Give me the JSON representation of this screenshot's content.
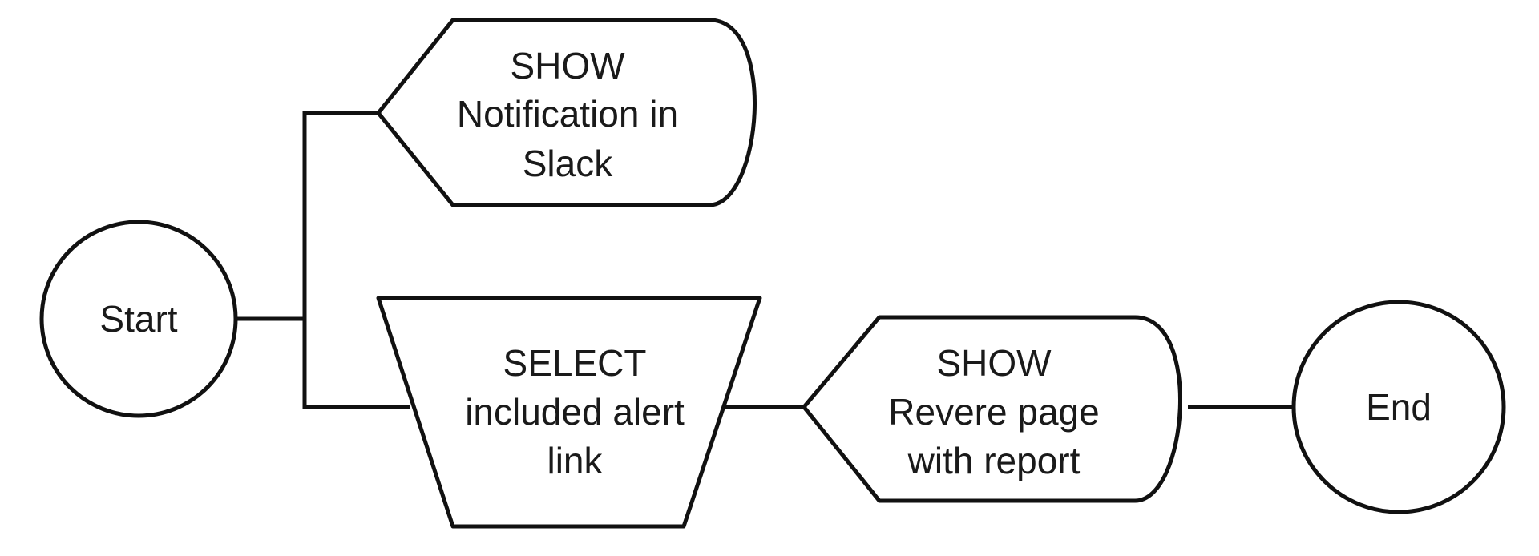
{
  "diagram": {
    "type": "flowchart",
    "nodes": {
      "start": {
        "shape": "circle",
        "lines": [
          "Start"
        ]
      },
      "show_slack": {
        "shape": "display",
        "lines": [
          "SHOW",
          "Notification in",
          "Slack"
        ]
      },
      "select_link": {
        "shape": "manual-operation",
        "lines": [
          "SELECT",
          "included alert",
          "link"
        ]
      },
      "show_revere": {
        "shape": "display",
        "lines": [
          "SHOW",
          "Revere page",
          "with report"
        ]
      },
      "end": {
        "shape": "circle",
        "lines": [
          "End"
        ]
      }
    },
    "edges": [
      {
        "from": "start",
        "to": "show_slack"
      },
      {
        "from": "start",
        "to": "select_link"
      },
      {
        "from": "select_link",
        "to": "show_revere"
      },
      {
        "from": "show_revere",
        "to": "end"
      }
    ],
    "colors": {
      "stroke": "#111111",
      "fill": "#ffffff",
      "text": "#1a1a1a"
    }
  }
}
